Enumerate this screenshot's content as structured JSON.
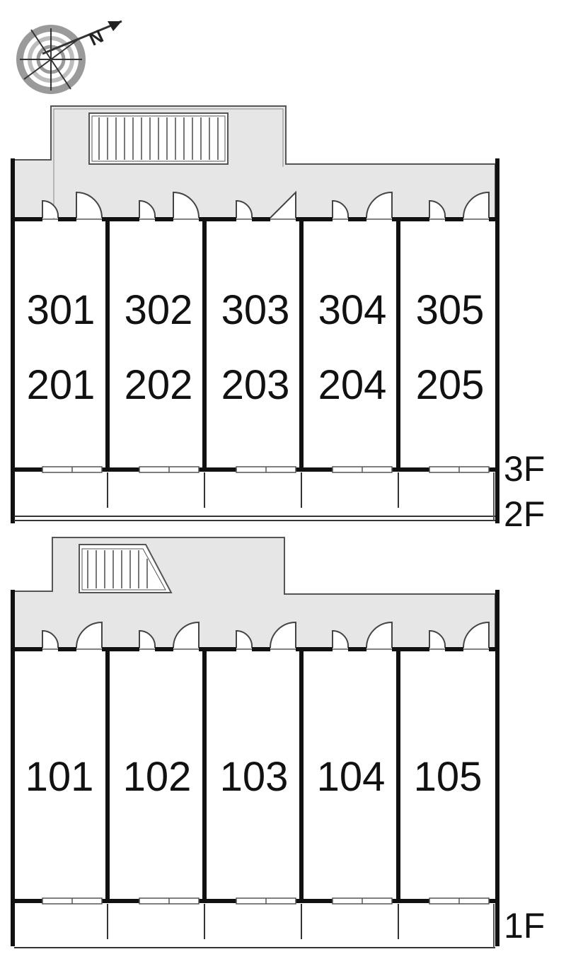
{
  "compass": {
    "icon": "compass-rose-icon",
    "north_letter": "N"
  },
  "floors": {
    "upper": {
      "floor_labels": [
        "3F",
        "2F"
      ],
      "room_rows": [
        [
          "301",
          "302",
          "303",
          "304",
          "305"
        ],
        [
          "201",
          "202",
          "203",
          "204",
          "205"
        ]
      ]
    },
    "ground": {
      "floor_labels": [
        "1F"
      ],
      "room_rows": [
        [
          "101",
          "102",
          "103",
          "104",
          "105"
        ]
      ]
    }
  },
  "icons": {
    "stairs": "staircase-icon",
    "door": "door-swing-icon",
    "window": "window-icon"
  },
  "colors": {
    "corridor_fill": "#e6e6e6",
    "wall": "#111111",
    "line": "#555555",
    "background": "#ffffff"
  }
}
